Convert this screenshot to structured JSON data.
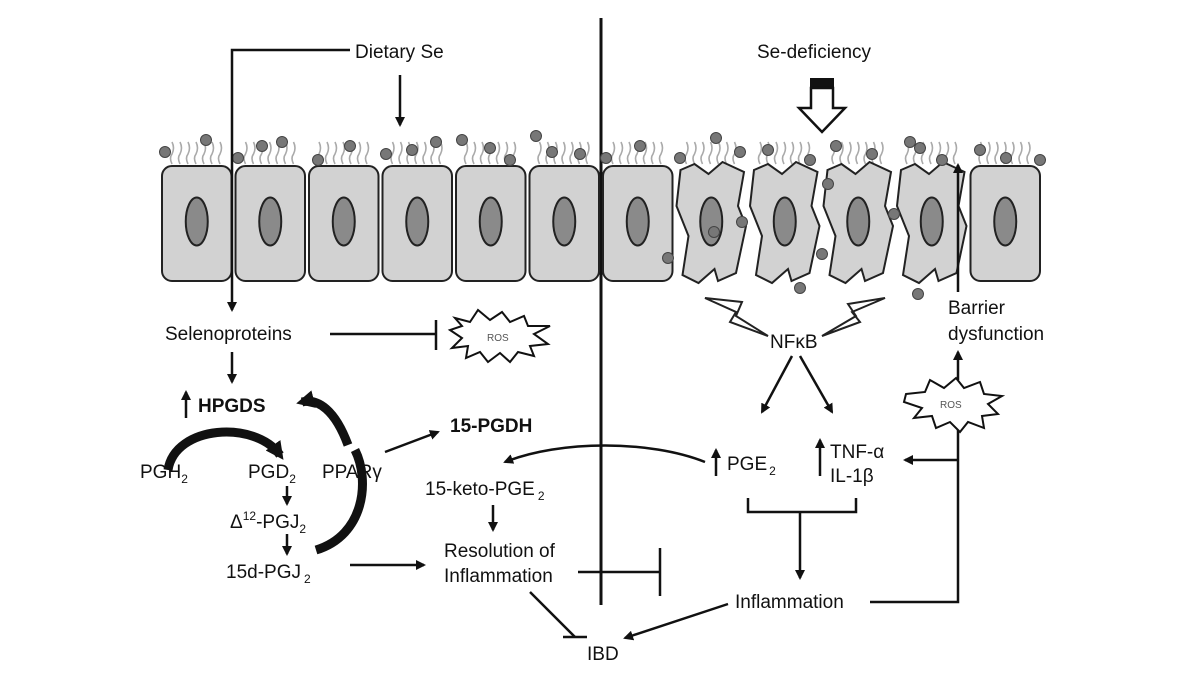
{
  "labels": {
    "dietary_se": "Dietary Se",
    "se_deficiency": "Se-deficiency",
    "selenoproteins": "Selenoproteins",
    "ros": "ROS",
    "ros_right": "ROS",
    "hpgds": "HPGDS",
    "pgh": "PGH",
    "pgh_sub": "2",
    "pgd": "PGD",
    "pgd_sub": "2",
    "d12_prefix": "Δ",
    "d12_sup": "12",
    "d12_main": "-PGJ",
    "d12_sub": "2",
    "pgj15_main": "15d-PGJ",
    "pgj15_sub": "2",
    "ppar": "PPARγ",
    "pgdh": "15-PGDH",
    "keto_main": "15-keto-PGE",
    "keto_sub": "2",
    "resolution_line1": "Resolution of",
    "resolution_line2": "Inflammation",
    "ibd": "IBD",
    "nfkb": "NFκB",
    "pge_main": "PGE",
    "pge_sub": "2",
    "tnf": "TNF-α",
    "il1b": "IL-1β",
    "inflammation": "Inflammation",
    "barrier_line1": "Barrier",
    "barrier_line2": "dysfunction"
  },
  "colors": {
    "cell_fill": "#d2d2d2",
    "nucleus_fill": "#8a8a8a",
    "particle_fill": "#777777",
    "stroke": "#111111"
  }
}
